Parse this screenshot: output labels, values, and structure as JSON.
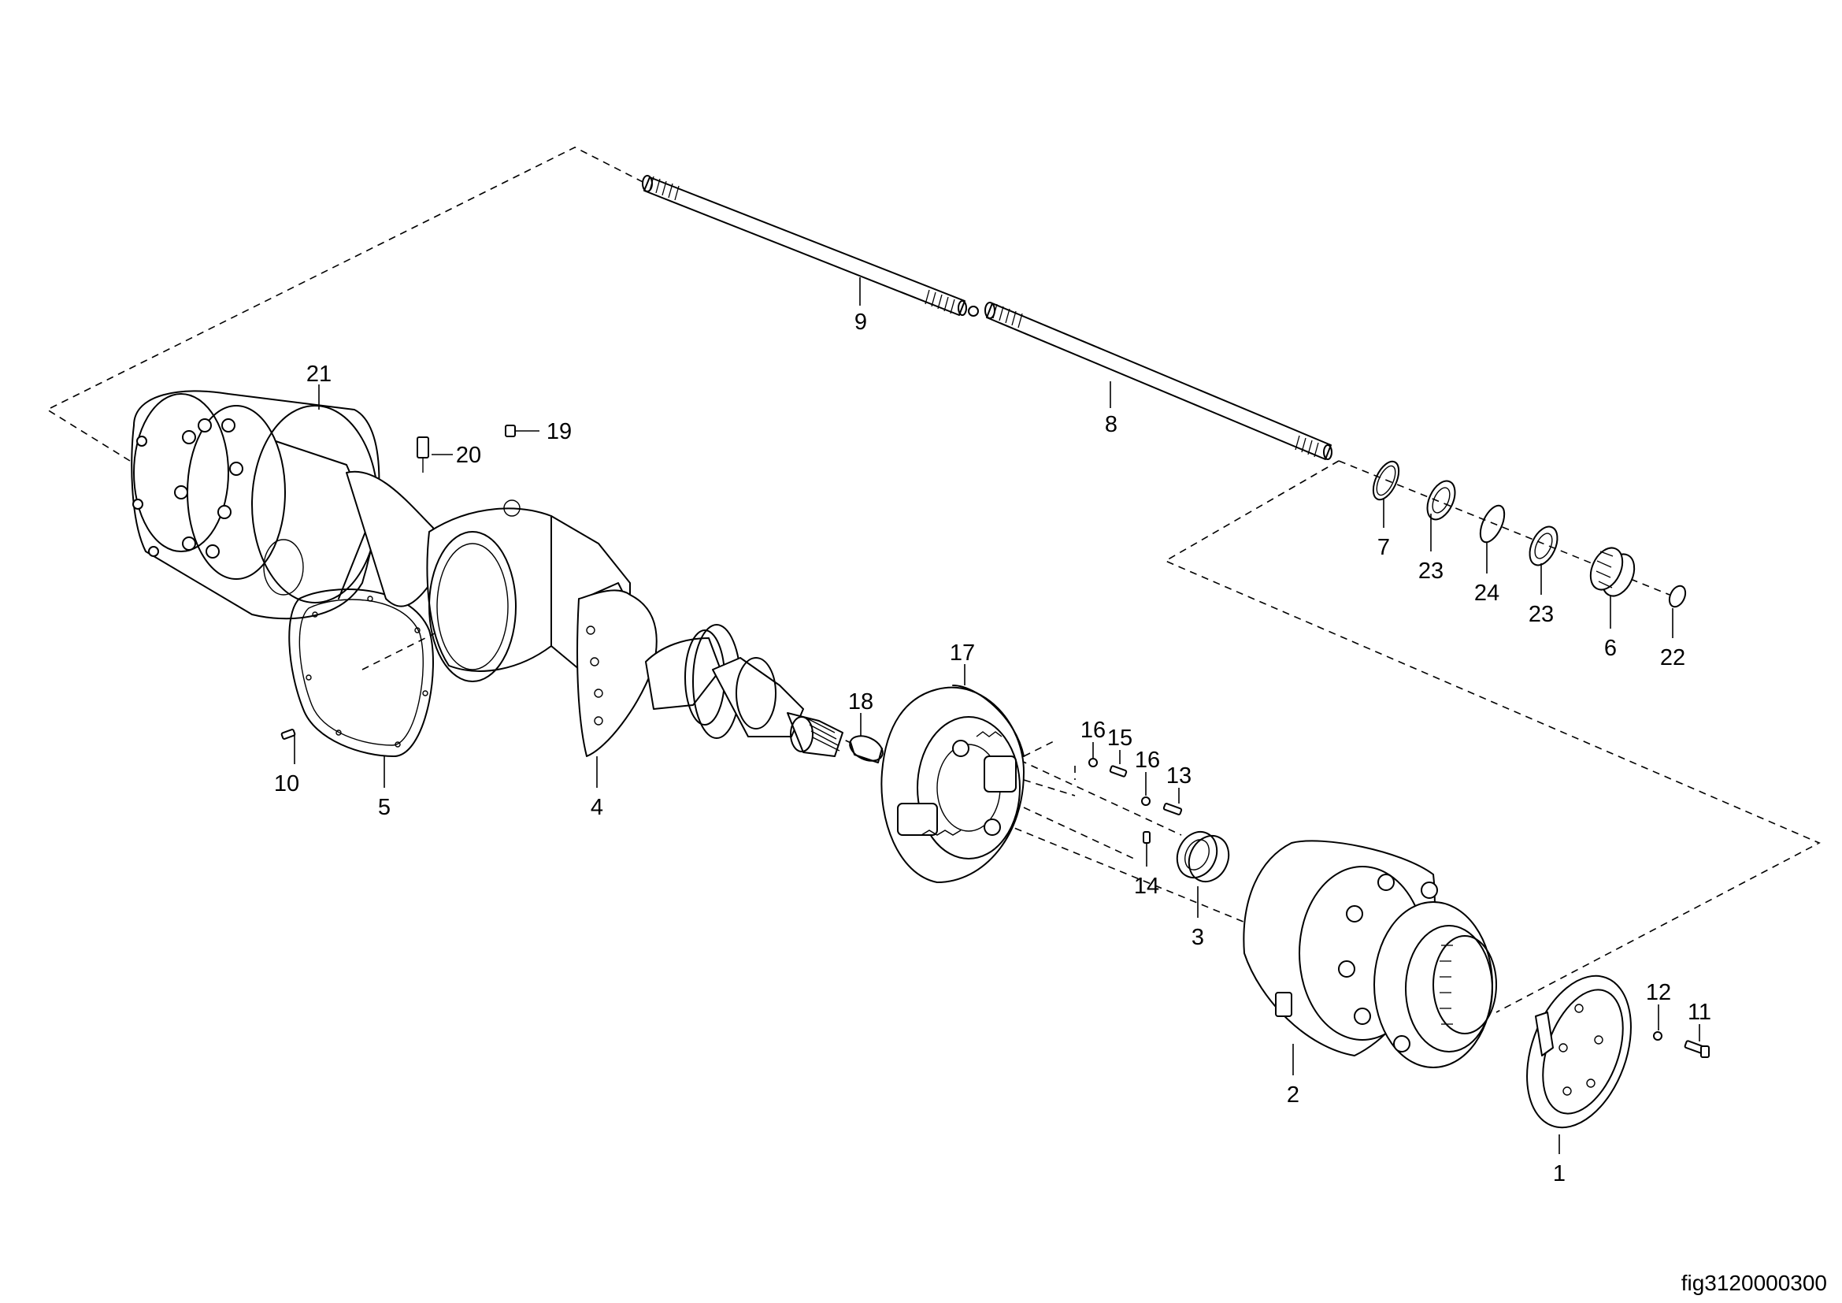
{
  "figure_ref": "fig3120000300",
  "callouts": {
    "c1": "1",
    "c2": "2",
    "c3": "3",
    "c4": "4",
    "c5": "5",
    "c6": "6",
    "c7": "7",
    "c8": "8",
    "c9": "9",
    "c10": "10",
    "c11": "11",
    "c12": "12",
    "c13": "13",
    "c14": "14",
    "c15": "15",
    "c16a": "16",
    "c16b": "16",
    "c17": "17",
    "c18": "18",
    "c19": "19",
    "c20": "20",
    "c21": "21",
    "c22": "22",
    "c23a": "23",
    "c23b": "23",
    "c24": "24"
  },
  "colors": {
    "line": "#000000",
    "background": "#ffffff"
  }
}
